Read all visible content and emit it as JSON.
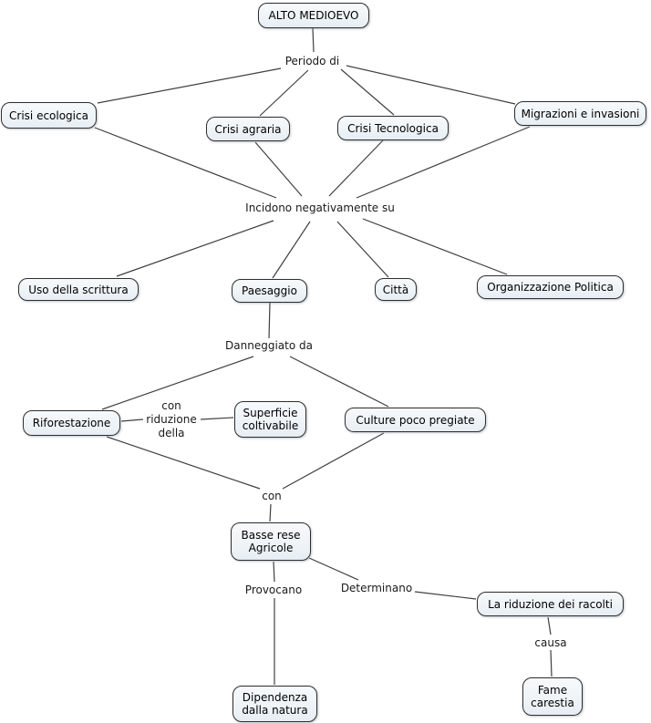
{
  "nodes": {
    "alto_medioevo": "ALTO MEDIOEVO",
    "crisi_ecologica": "Crisi ecologica",
    "crisi_agraria": "Crisi agraria",
    "crisi_tecnologica": "Crisi Tecnologica",
    "migrazioni": "Migrazioni e invasioni",
    "uso_scrittura": "Uso della scrittura",
    "paesaggio": "Paesaggio",
    "citta": "Città",
    "organizzazione": "Organizzazione Politica",
    "riforestazione": "Riforestazione",
    "superficie": "Superficie coltivabile",
    "culture": "Culture poco pregiate",
    "basse_rese": "Basse rese Agricole",
    "riduzione_racolti": "La riduzione dei racolti",
    "fame": "Fame carestia",
    "dipendenza": "Dipendenza dalla natura"
  },
  "link_labels": {
    "periodo_di": "Periodo di",
    "incidono": "Incidono negativamente su",
    "danneggiato": "Danneggiato da",
    "con_riduzione": "con riduzione della",
    "con": "con",
    "provocano": "Provocano",
    "determinano": "Determinano",
    "causa": "causa"
  },
  "colors": {
    "background": "#ffffff",
    "node_fill_top": "#f7fafc",
    "node_fill_bottom": "#e7eef4",
    "node_border": "#2e2e2e",
    "line": "#3f3f3f",
    "text": "#000000"
  }
}
